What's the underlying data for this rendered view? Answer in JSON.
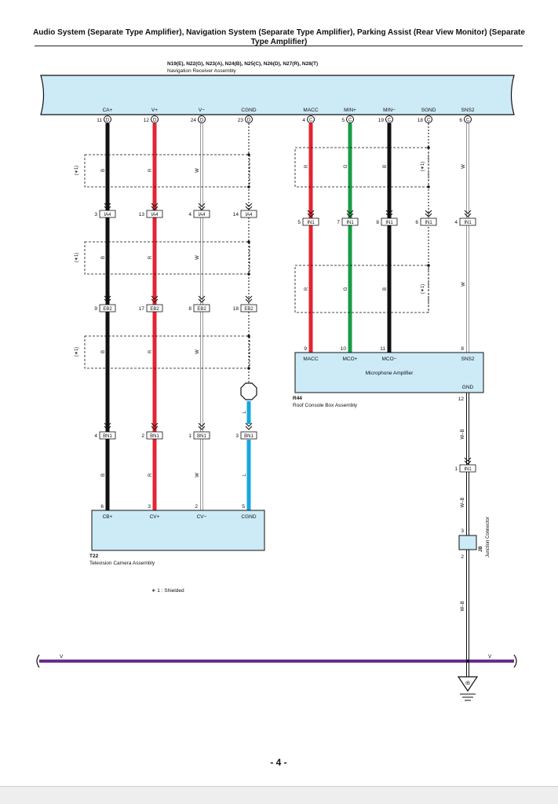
{
  "title": "Audio System (Separate Type Amplifier), Navigation System (Separate Type Amplifier), Parking Assist (Rear View Monitor) (Separate Type Amplifier)",
  "page_number": "- 4 -",
  "colors": {
    "component_fill": "#cdeaf7",
    "red": "#e52330",
    "black": "#111111",
    "green": "#1a9b45",
    "blue": "#17a7df",
    "purple": "#6a2c8f",
    "white_wire": "#bfbfbf"
  },
  "nav": {
    "codes": "N19(E), N22(G), N23(A), N24(B), N25(C), N26(D), N27(R), N28(T)",
    "name": "Navigation Receiver Assembly",
    "pins": [
      {
        "label": "CA+",
        "num": "11",
        "conn": "D"
      },
      {
        "label": "V+",
        "num": "12",
        "conn": "D"
      },
      {
        "label": "V−",
        "num": "24",
        "conn": "D"
      },
      {
        "label": "CGND",
        "num": "23",
        "conn": "D"
      },
      {
        "label": "MACC",
        "num": "4",
        "conn": "C"
      },
      {
        "label": "MIN+",
        "num": "5",
        "conn": "C"
      },
      {
        "label": "MIN−",
        "num": "19",
        "conn": "C"
      },
      {
        "label": "SGND",
        "num": "18",
        "conn": "C"
      },
      {
        "label": "SNS2",
        "num": "6",
        "conn": "C"
      }
    ]
  },
  "wire_colors": {
    "B": "B",
    "R": "R",
    "W": "W",
    "G": "G",
    "L": "L",
    "WB": "W–B",
    "V": "V"
  },
  "shield_label": "(∗1)",
  "connectors": {
    "ia4": [
      {
        "num": "3",
        "name": "IA4"
      },
      {
        "num": "13",
        "name": "IA4"
      },
      {
        "num": "4",
        "name": "IA4"
      },
      {
        "num": "14",
        "name": "IA4"
      }
    ],
    "eb2": [
      {
        "num": "9",
        "name": "EB2"
      },
      {
        "num": "17",
        "name": "EB2"
      },
      {
        "num": "8",
        "name": "EB2"
      },
      {
        "num": "18",
        "name": "EB2"
      }
    ],
    "bn1": [
      {
        "num": "4",
        "name": "BN1"
      },
      {
        "num": "2",
        "name": "BN1"
      },
      {
        "num": "1",
        "name": "BN1"
      },
      {
        "num": "3",
        "name": "BN1"
      }
    ],
    "in1": [
      {
        "num": "5",
        "name": "IN1"
      },
      {
        "num": "7",
        "name": "IN1"
      },
      {
        "num": "8",
        "name": "IN1"
      },
      {
        "num": "6",
        "name": "IN1"
      },
      {
        "num": "4",
        "name": "IN1"
      }
    ],
    "in1_lower": {
      "num": "1",
      "name": "IN1"
    }
  },
  "mic_amp": {
    "code": "R44",
    "assembly": "Roof Console Box Assembly",
    "name": "Microphone Amplifier",
    "pins": [
      {
        "label": "MACC",
        "num": "9"
      },
      {
        "label": "MCO+",
        "num": "10"
      },
      {
        "label": "MCO−",
        "num": "11"
      },
      {
        "label": "SNS2",
        "num": "8"
      }
    ],
    "gnd_label": "GND",
    "gnd_num": "12"
  },
  "camera": {
    "code": "T22",
    "name": "Television Camera Assembly",
    "pins": [
      {
        "label": "CB+",
        "num": "6"
      },
      {
        "label": "CV+",
        "num": "3"
      },
      {
        "label": "CV−",
        "num": "2"
      },
      {
        "label": "CGND",
        "num": "5"
      }
    ]
  },
  "junction": {
    "code": "J8",
    "name": "Junction Connector",
    "pin_top": "3",
    "pin_bottom": "2"
  },
  "ground": "IB",
  "note": "∗ 1 : Shielded",
  "bus_label": "V"
}
